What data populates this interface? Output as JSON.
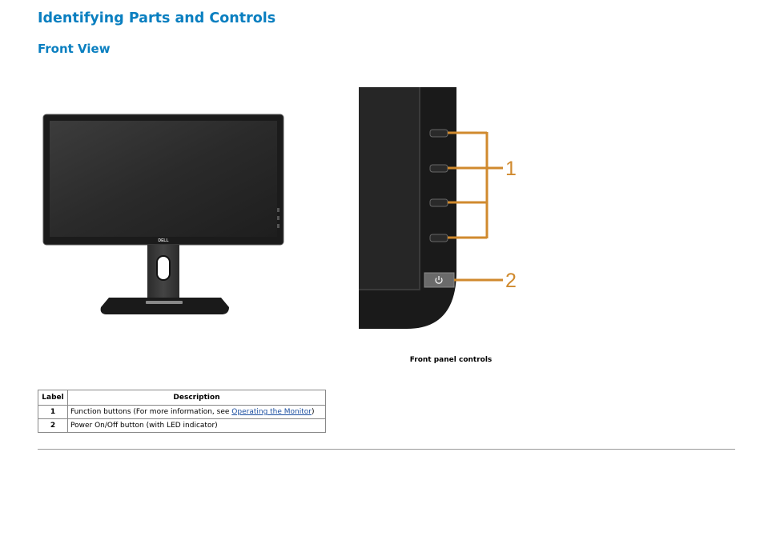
{
  "page": {
    "title": "Identifying Parts and Controls",
    "section_title": "Front View"
  },
  "figures": {
    "monitor_logo": "DELL",
    "callout_1": "1",
    "callout_2": "2",
    "caption": "Front panel controls"
  },
  "table": {
    "headers": [
      "Label",
      "Description"
    ],
    "rows": [
      {
        "label": "1",
        "description_prefix": "Function buttons (For more information, see ",
        "link_text": "Operating the Monitor",
        "description_suffix": ")"
      },
      {
        "label": "2",
        "description": "Power On/Off button (with LED indicator)"
      }
    ]
  },
  "colors": {
    "heading": "#0a7fc0",
    "callout": "#d08a2e",
    "link": "#1c4fa0"
  },
  "icons": [
    "power-icon"
  ]
}
